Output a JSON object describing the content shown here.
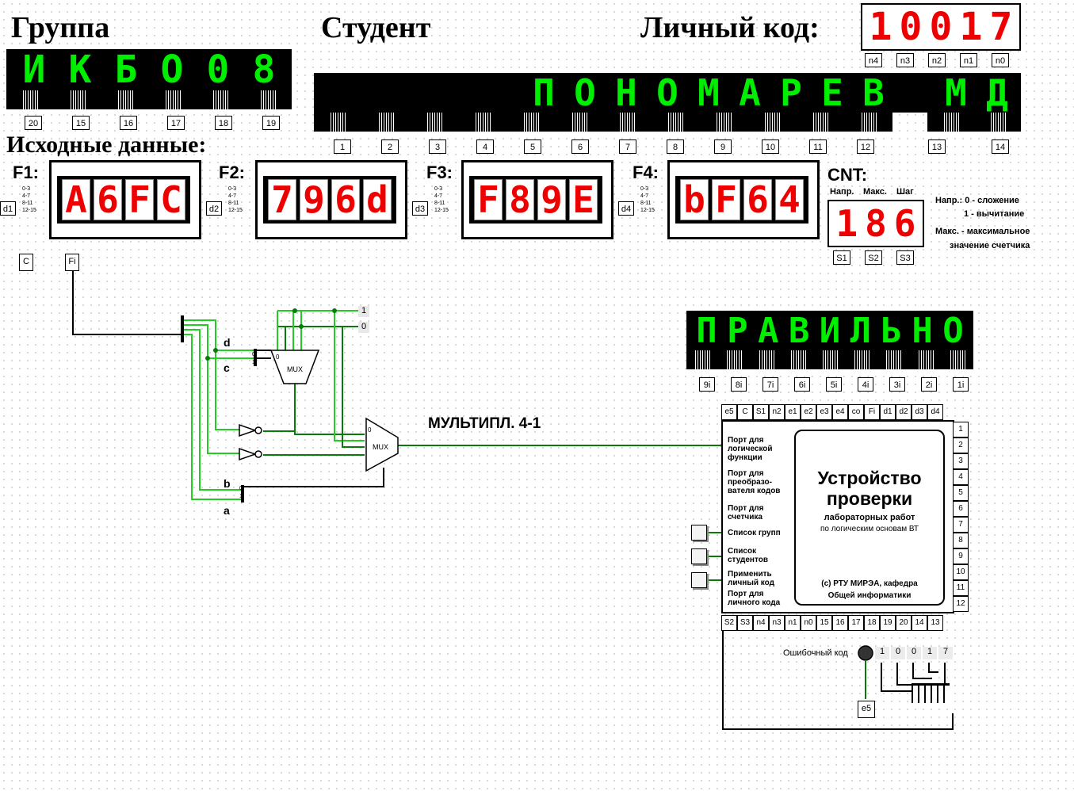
{
  "headers": {
    "group": "Группа",
    "student": "Студент",
    "code": "Личный код:",
    "input": "Исходные данные:"
  },
  "code_digits": [
    "1",
    "0",
    "0",
    "1",
    "7"
  ],
  "code_tags": [
    "n4",
    "n3",
    "n2",
    "n1",
    "n0"
  ],
  "group_text": [
    "И",
    "К",
    "Б",
    "О",
    "0",
    "8"
  ],
  "group_tags": [
    "20",
    "15",
    "16",
    "17",
    "18",
    "19"
  ],
  "student_text": [
    "",
    "",
    "",
    "",
    "",
    "П",
    "О",
    "Н",
    "О",
    "М",
    "А",
    "Р",
    "Е",
    "В",
    "",
    "М",
    "Д"
  ],
  "student_tags": [
    "1",
    "2",
    "3",
    "4",
    "5",
    "6",
    "7",
    "8",
    "9",
    "10",
    "11",
    "12",
    "13",
    "14"
  ],
  "functions": [
    {
      "label": "F1:",
      "digits": [
        "A",
        "6",
        "F",
        "C"
      ],
      "input": "d1"
    },
    {
      "label": "F2:",
      "digits": [
        "7",
        "9",
        "6",
        "d"
      ],
      "input": "d2"
    },
    {
      "label": "F3:",
      "digits": [
        "F",
        "8",
        "9",
        "E"
      ],
      "input": "d3"
    },
    {
      "label": "F4:",
      "digits": [
        "b",
        "F",
        "6",
        "4"
      ],
      "input": "d4"
    }
  ],
  "split_labels": [
    "0-3",
    "4-7",
    "8-11",
    "12-15"
  ],
  "cnt": {
    "label": "CNT:",
    "heads": [
      "Напр.",
      "Макс.",
      "Шаг"
    ],
    "digits": [
      "1",
      "8",
      "6"
    ],
    "tags": [
      "S1",
      "S2",
      "S3"
    ],
    "notes": [
      "Напр.: 0 - сложение",
      "1 - вычитание",
      "Макс. - максимальное",
      "значение счетчика"
    ]
  },
  "inputs": {
    "c": "C",
    "fi": "Fi"
  },
  "mux": {
    "label": "MUX",
    "title": "МУЛЬТИПЛ. 4-1",
    "const1": "1",
    "const0": "0",
    "sig": {
      "d": "d",
      "c": "c",
      "b": "b",
      "a": "a"
    },
    "sel0": "0",
    "sel1": "1",
    "bits0": "0",
    "bits1": "1"
  },
  "result": {
    "text": [
      "П",
      "Р",
      "А",
      "В",
      "И",
      "Л",
      "Ь",
      "Н",
      "О"
    ],
    "tags": [
      "9i",
      "8i",
      "7i",
      "6i",
      "5i",
      "4i",
      "3i",
      "2i",
      "1i"
    ]
  },
  "checker": {
    "top_ports": [
      "e5",
      "C",
      "S1",
      "n2",
      "e1",
      "e2",
      "e3",
      "e4",
      "co",
      "Fi",
      "d1",
      "d2",
      "d3",
      "d4"
    ],
    "right_ports": [
      "1",
      "2",
      "3",
      "4",
      "5",
      "6",
      "7",
      "8",
      "9",
      "10",
      "11",
      "12"
    ],
    "bottom_ports": [
      "S2",
      "S3",
      "n4",
      "n3",
      "n1",
      "n0",
      "15",
      "16",
      "17",
      "18",
      "19",
      "20",
      "14",
      "13"
    ],
    "left_labels": [
      "Порт для логической функции",
      "Порт для преобразо-вателя кодов",
      "Порт для счетчика",
      "Список групп",
      "Список студентов",
      "Применить личный код",
      "Порт для личного кода"
    ],
    "title1": "Устройство",
    "title2": "проверки",
    "sub1": "лабораторных работ",
    "sub2": "по логическим основам ВТ",
    "copy1": "(c) РТУ МИРЭА, кафедра",
    "copy2": "Общей информатики"
  },
  "error": {
    "label": "Ошибочный код",
    "digits": [
      "1",
      "0",
      "0",
      "1",
      "7"
    ],
    "tag": "e5"
  },
  "colors": {
    "wire": "#0a7a0a",
    "wire_bright": "#22cc22",
    "matrix_fg": "#00ee00",
    "seg_fg": "#ee0000"
  }
}
